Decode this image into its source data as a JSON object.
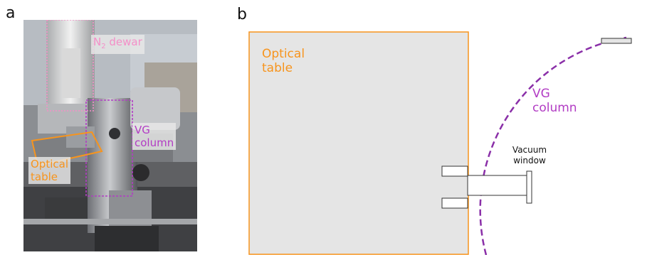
{
  "panels": {
    "a": {
      "letter": "a"
    },
    "b": {
      "letter": "b"
    }
  },
  "photo_labels": {
    "dewar_prefix": "N",
    "dewar_subscript": "2",
    "dewar_suffix": " dewar",
    "vg_line1": "VG",
    "vg_line2": "column",
    "optical_line1": "Optical",
    "optical_line2": "table"
  },
  "schematic_labels": {
    "optical_line1": "Optical",
    "optical_line2": "table",
    "vg_line1": "VG",
    "vg_line2": "column",
    "window_line1": "Vacuum",
    "window_line2": "window"
  },
  "colors": {
    "optical": "#f7941d",
    "vg": "#8a2fa8",
    "vg_text": "#b23cc4",
    "dewar": "#f48fc8",
    "table_fill": "#e5e5e5"
  }
}
